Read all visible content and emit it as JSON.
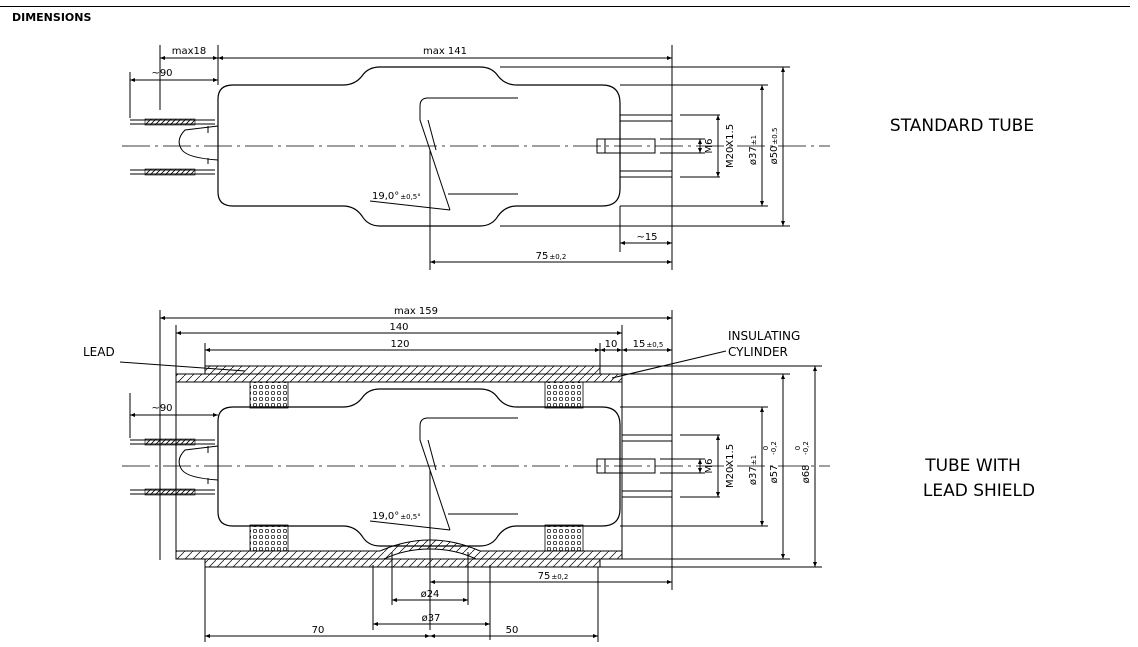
{
  "header": {
    "title": "DIMENSIONS"
  },
  "standard": {
    "title": "STANDARD TUBE",
    "max18": "max18",
    "max141": "max 141",
    "tilde90": "~90",
    "m6": "M6",
    "m20": "M20X1.5",
    "d37": "ø37",
    "d37tol": "±1",
    "d50": "ø50",
    "d50tol": "±0.5",
    "angle": "19,0°",
    "angletol": "±0,5°",
    "tilde15": "~15",
    "len75": "75",
    "len75tol": "±0,2"
  },
  "shielded": {
    "title_line1": "TUBE WITH",
    "title_line2": "LEAD SHIELD",
    "lead": "LEAD",
    "insul_line1": "INSULATING",
    "insul_line2": "CYLINDER",
    "max159": "max 159",
    "len140": "140",
    "len120": "120",
    "len10": "10",
    "len15": "15",
    "len15tol": "±0,5",
    "tilde90": "~90",
    "m6": "M6",
    "m20": "M20X1.5",
    "d37": "ø37",
    "d37tol": "±1",
    "d57": "ø57",
    "d57tol_top": "0",
    "d57tol_bot": "-0,2",
    "d68": "ø68",
    "d68tol_top": "0",
    "d68tol_bot": "-0,2",
    "angle": "19,0°",
    "angletol": "±0,5°",
    "len75": "75",
    "len75tol": "±0,2",
    "d24": "ø24",
    "d37b": "ø37",
    "len70": "70",
    "len50": "50"
  }
}
